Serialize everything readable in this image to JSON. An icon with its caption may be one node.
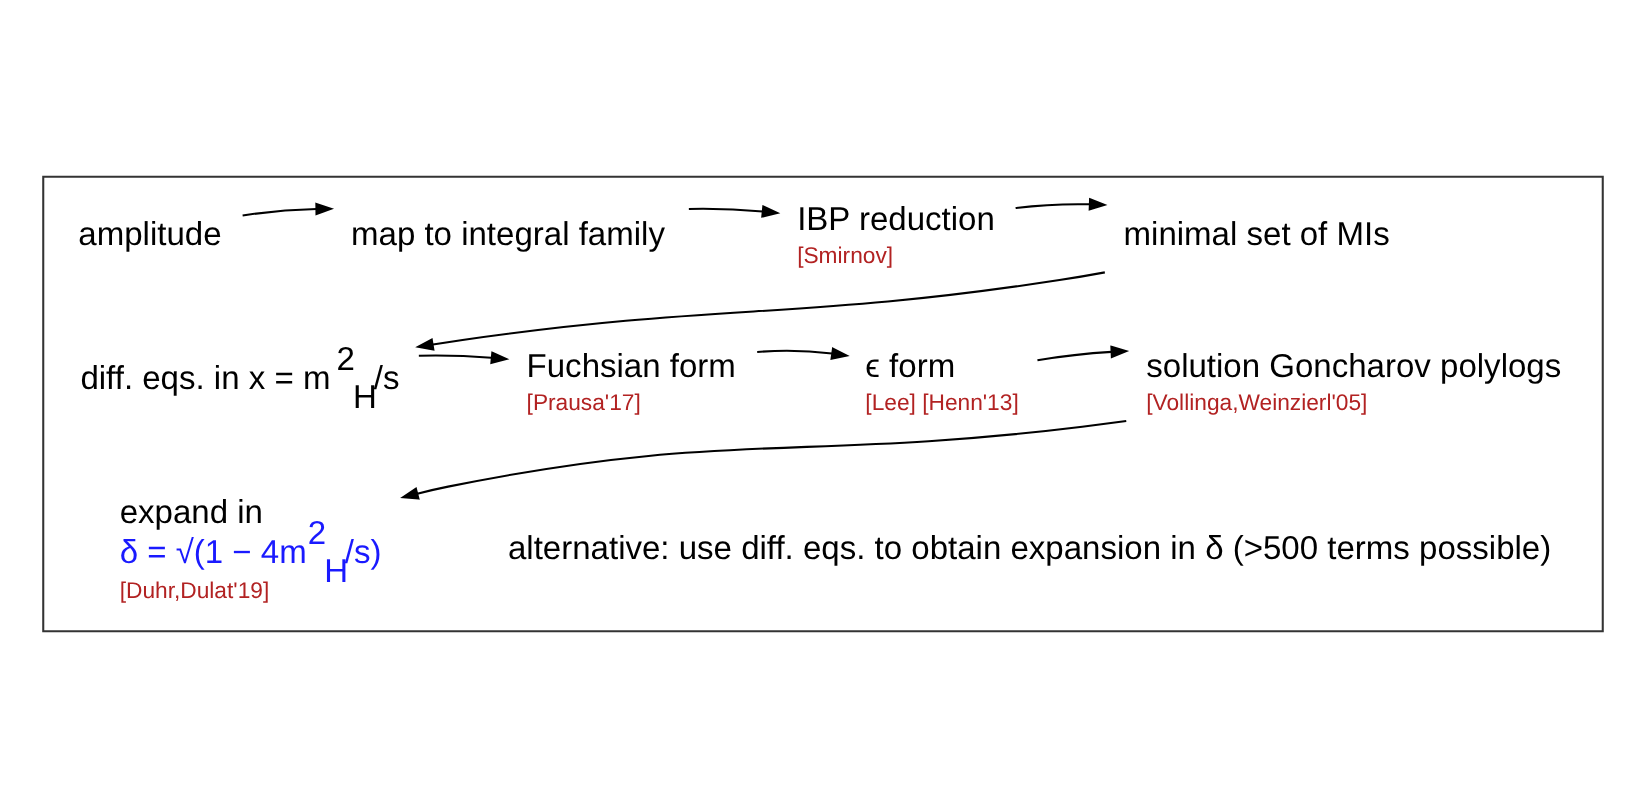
{
  "diagram": {
    "nodes": [
      {
        "text": [],
        "shape": "box"
      },
      {
        "text": [
          "amplitude"
        ],
        "in": 0
      },
      {
        "text": [
          "map to integral family"
        ],
        "in": 0
      },
      {
        "text": [
          "IBP reduction"
        ],
        "beside": [
          "[Smirnov]"
        ],
        "in": 0
      },
      {
        "text": [
          "minimal set of MIs"
        ],
        "in": 0
      },
      {
        "text": [
          "diff. eqs. in x = m$^{2}$$_{H}$/s"
        ],
        "in": 0
      },
      {
        "text": [
          "Fuchsian form"
        ],
        "beside": [
          "[Prausa'17]"
        ],
        "in": 0
      },
      {
        "text": [
          "ϵ form"
        ],
        "beside": [
          "[Lee]",
          "[Henn'13]"
        ],
        "in": 0
      },
      {
        "text": [
          "solution Goncharov polylogs"
        ],
        "beside": [
          "[Vollinga,Weinzierl'05]"
        ],
        "in": 0
      },
      {
        "text": [
          "expand in",
          "δ = √(1 − 4m$^{2}$$_{H}$/s)"
        ],
        "beside": [
          "[Duhr,Dulat'19]"
        ],
        "in": 0
      }
    ],
    "edges": [
      {
        "from": 1,
        "to": 2,
        "arrow": "to"
      },
      {
        "from": 2,
        "to": 3,
        "arrow": "to"
      },
      {
        "from": 3,
        "to": 4,
        "arrow": "to"
      },
      {
        "from": 4,
        "to": 5,
        "arrow": "to"
      },
      {
        "from": 5,
        "to": 6,
        "arrow": "to"
      },
      {
        "from": 6,
        "to": 7,
        "arrow": "to"
      },
      {
        "from": 7,
        "to": 8,
        "arrow": "to"
      },
      {
        "from": 8,
        "to": 9,
        "arrow": "to"
      }
    ],
    "labels": [
      "alternative: use diff. eqs. to obtain expansion in δ (>500 terms possible)"
    ]
  }
}
